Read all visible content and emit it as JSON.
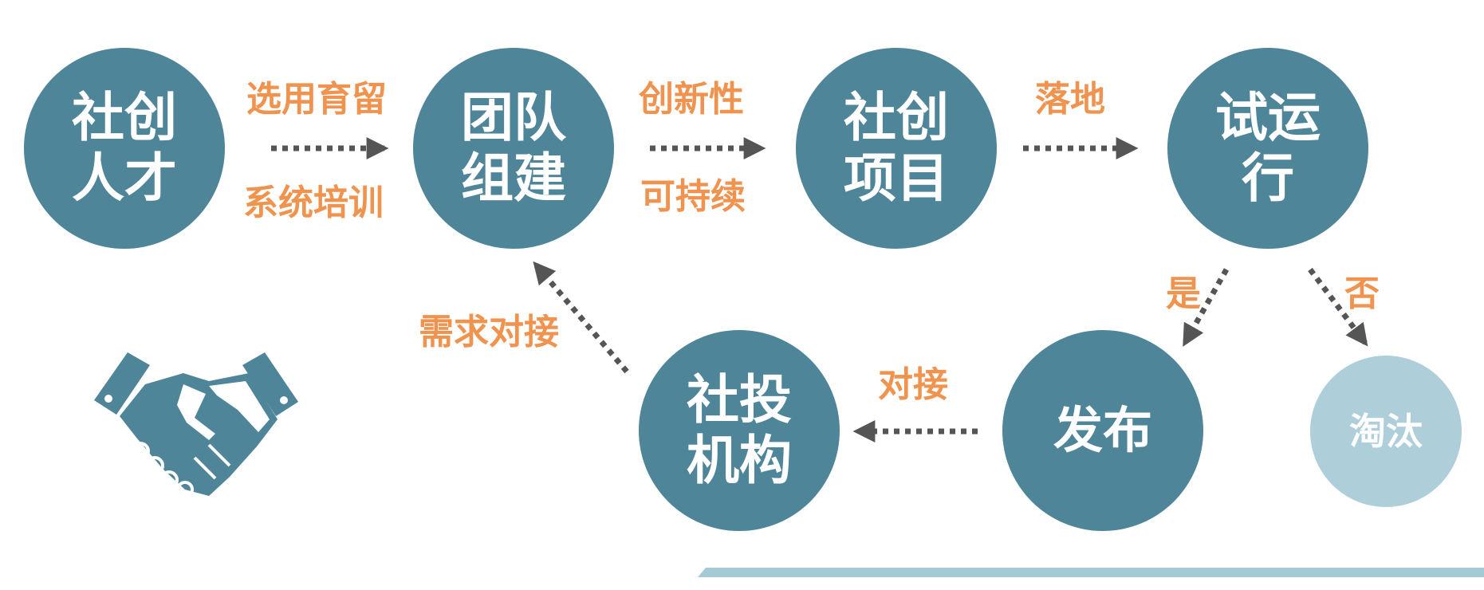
{
  "colors": {
    "node_fill": "#4e8599",
    "node_fill_faded": "#aecfda",
    "label_text": "#f0934f",
    "arrow": "#555555",
    "bottom_bar": "#a4cad5"
  },
  "nodes": {
    "talent": "社创\n人才",
    "team": "团队\n组建",
    "project": "社创\n项目",
    "trial": "试运\n行",
    "investor": "社投\n机构",
    "release": "发布",
    "eliminate": "淘汰"
  },
  "labels": {
    "talent_team_top": "选用育留",
    "talent_team_bottom": "系统培训",
    "team_project_top": "创新性",
    "team_project_bottom": "可持续",
    "project_trial": "落地",
    "trial_yes": "是",
    "trial_no": "否",
    "release_investor": "对接",
    "investor_team": "需求对接"
  },
  "icons": {
    "decor": "handshake-icon"
  }
}
